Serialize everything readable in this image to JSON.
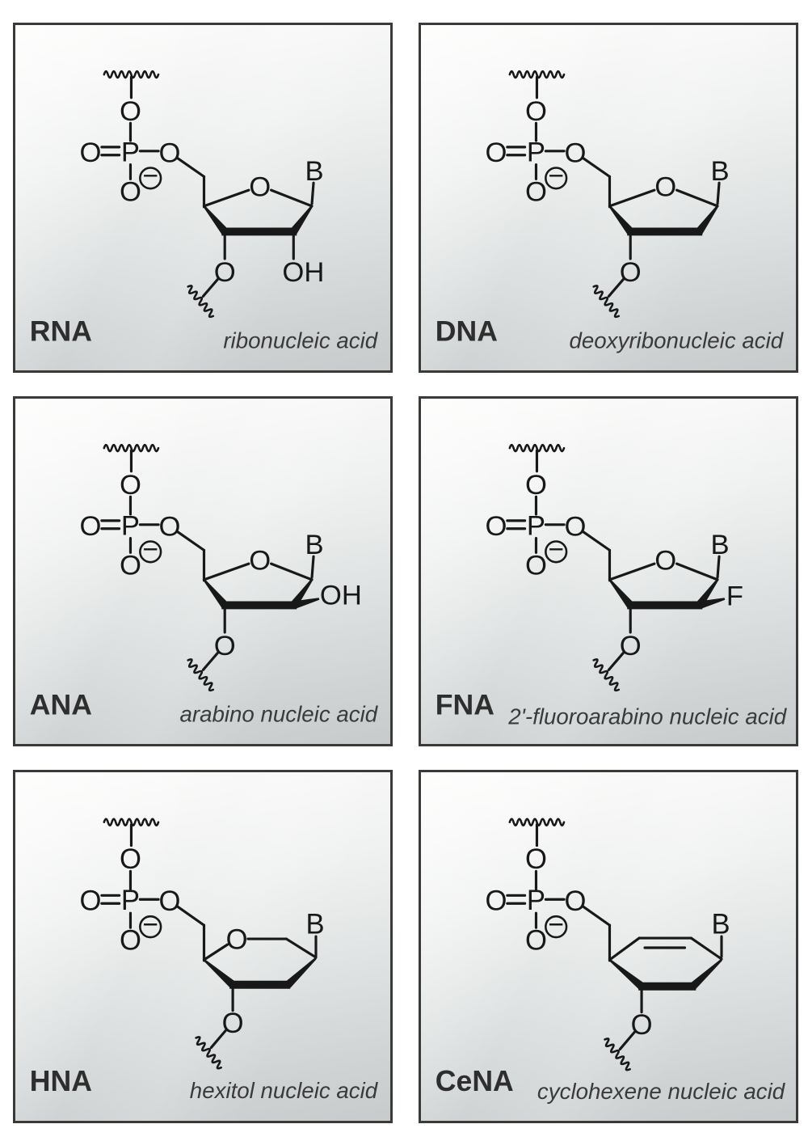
{
  "figure": {
    "panels": [
      {
        "abbr": "RNA",
        "name": "ribonucleic acid",
        "sub2": "OH"
      },
      {
        "abbr": "DNA",
        "name": "deoxyribonucleic acid"
      },
      {
        "abbr": "ANA",
        "name": "arabino nucleic acid",
        "sub2": "OH"
      },
      {
        "abbr": "FNA",
        "name": "2'-fluoroarabino nucleic acid",
        "sub2": "F"
      },
      {
        "abbr": "HNA",
        "name": "hexitol nucleic acid"
      },
      {
        "abbr": "CeNA",
        "name": "cyclohexene nucleic acid"
      }
    ]
  },
  "atoms": {
    "oxygen": "O",
    "phosphorus": "P",
    "base": "B",
    "charge": "−"
  },
  "colors": {
    "ink": "#181818",
    "panel_border": "#3a3a38",
    "panel_bg_top": "#fcfcfb",
    "panel_bg_bottom": "#c7cbcc",
    "page_bg": "#ffffff"
  }
}
